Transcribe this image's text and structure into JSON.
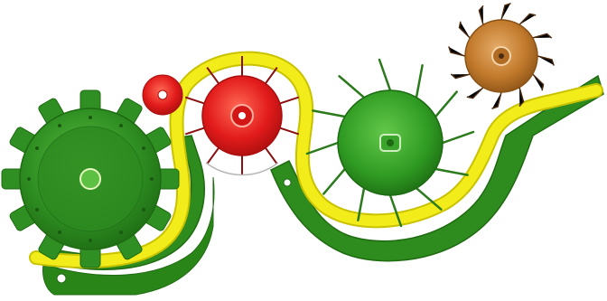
{
  "palette": {
    "belt_yellow": "#f2ec1a",
    "belt_yellow_edge": "#c9c200",
    "guide_green": "#2e8b1e",
    "guide_green_dark": "#1f6b12",
    "sprocket_green": "#2f8f22",
    "sprocket_green_light": "#56b43a",
    "drum_green": "#34a02a",
    "red_wheel": "#e21b1b",
    "red_wheel_light": "#ff5a4a",
    "bronze_wheel": "#c27a2c",
    "bronze_wheel_light": "#e0a35a",
    "tine_dark": "#4a2a10",
    "background": "#ffffff"
  },
  "components": [
    {
      "id": "left-sprocket",
      "kind": "sprocket",
      "icon": "large-green-sprocket"
    },
    {
      "id": "small-red-idler",
      "kind": "idler",
      "icon": "small-red-wheel"
    },
    {
      "id": "red-tine-wheel",
      "kind": "tine-wheel",
      "icon": "red-tine-wheel"
    },
    {
      "id": "green-tine-drum",
      "kind": "tine-drum",
      "icon": "green-tine-drum"
    },
    {
      "id": "bronze-tine-wheel",
      "kind": "tine-wheel",
      "icon": "bronze-tine-wheel"
    },
    {
      "id": "feeder-belt",
      "kind": "belt",
      "icon": "yellow-serpentine-belt"
    },
    {
      "id": "left-guide",
      "kind": "guide",
      "icon": "green-curved-guide"
    },
    {
      "id": "right-guide",
      "kind": "guide",
      "icon": "green-curved-guide"
    }
  ]
}
